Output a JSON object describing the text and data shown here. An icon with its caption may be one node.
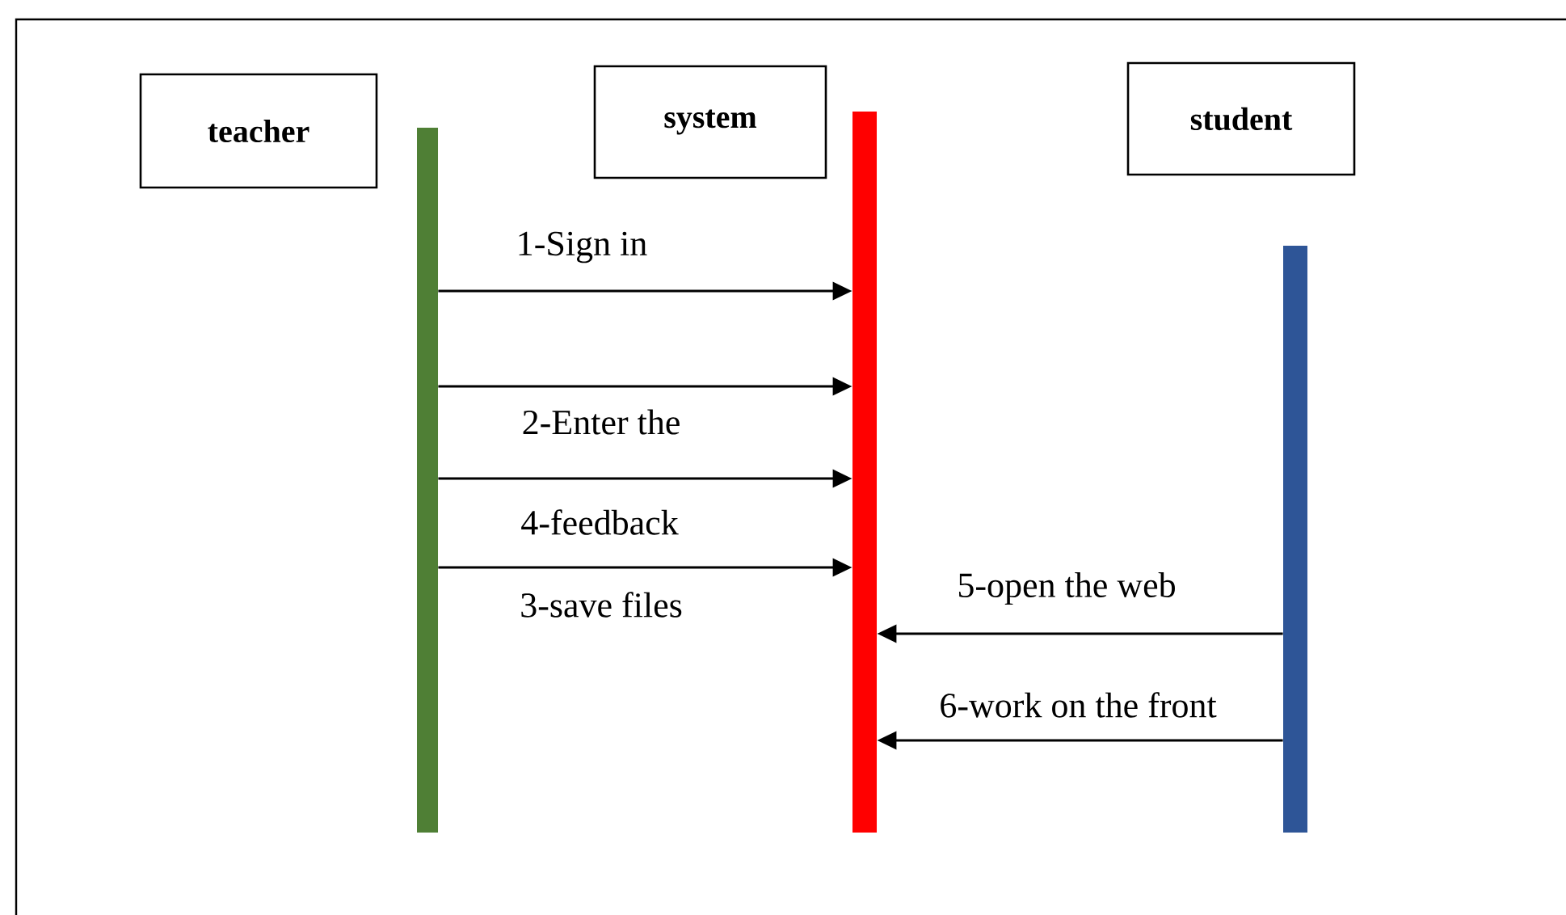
{
  "diagram": {
    "nodes": [
      {
        "text": [
          "teacher"
        ]
      },
      {
        "text": [
          "system"
        ]
      },
      {
        "text": [
          "student"
        ]
      },
      {
        "text": [],
        "shape": "bar"
      },
      {
        "text": [],
        "shape": "bar"
      },
      {
        "text": [],
        "shape": "bar"
      }
    ],
    "edges": [
      {
        "from": 3,
        "to": 4,
        "arrow": "to",
        "label": "1-Sign in"
      },
      {
        "from": 3,
        "to": 4,
        "arrow": "to",
        "label": "2-Enter the"
      },
      {
        "from": 3,
        "to": 4,
        "arrow": "to",
        "label": "4-feedback"
      },
      {
        "from": 3,
        "to": 4,
        "arrow": "to",
        "label": "3-save files"
      },
      {
        "from": 5,
        "to": 4,
        "arrow": "to",
        "label": "5-open the web"
      },
      {
        "from": 5,
        "to": 4,
        "arrow": "to",
        "label": "6-work on the front"
      }
    ]
  }
}
